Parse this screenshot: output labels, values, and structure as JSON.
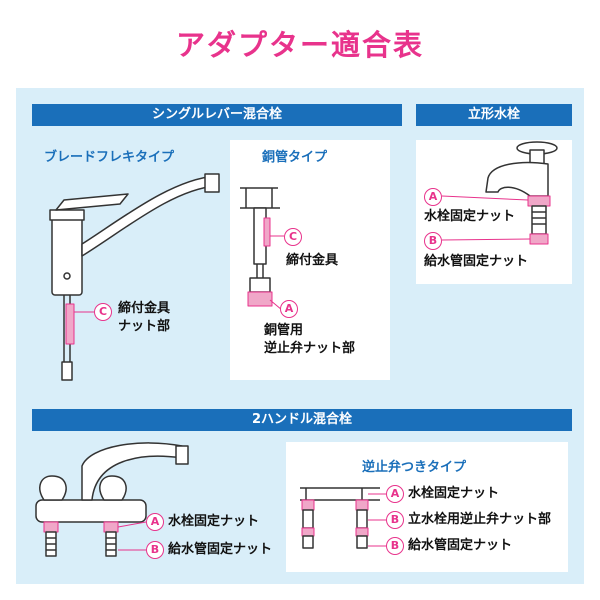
{
  "title": "アダプター適合表",
  "single_lever": {
    "header": "シングルレバー混合栓",
    "flexi": {
      "subtitle": "ブレードフレキタイプ",
      "marker": "C",
      "label_line1": "締付金具",
      "label_line2": "ナット部"
    },
    "copper": {
      "subtitle": "銅管タイプ",
      "marker_c": "C",
      "label_c": "締付金具",
      "marker_a": "A",
      "label_a_line1": "銅管用",
      "label_a_line2": "逆止弁ナット部"
    }
  },
  "vertical": {
    "header": "立形水栓",
    "marker_a": "A",
    "label_a": "水栓固定ナット",
    "marker_b": "B",
    "label_b": "給水管固定ナット"
  },
  "two_handle": {
    "header": "2ハンドル混合栓",
    "marker_a": "A",
    "label_a": "水栓固定ナット",
    "marker_b": "B",
    "label_b": "給水管固定ナット",
    "check_valve": {
      "subtitle": "逆止弁つきタイプ",
      "marker_a": "A",
      "label_a": "水栓固定ナット",
      "marker_b1": "B",
      "label_b1": "立水栓用逆止弁ナット部",
      "marker_b2": "B",
      "label_b2": "給水管固定ナット"
    }
  },
  "colors": {
    "title_pink": "#e8338c",
    "header_blue": "#1a6fba",
    "panel_bg": "#d9eef9",
    "marker_pink": "#e8338c"
  }
}
